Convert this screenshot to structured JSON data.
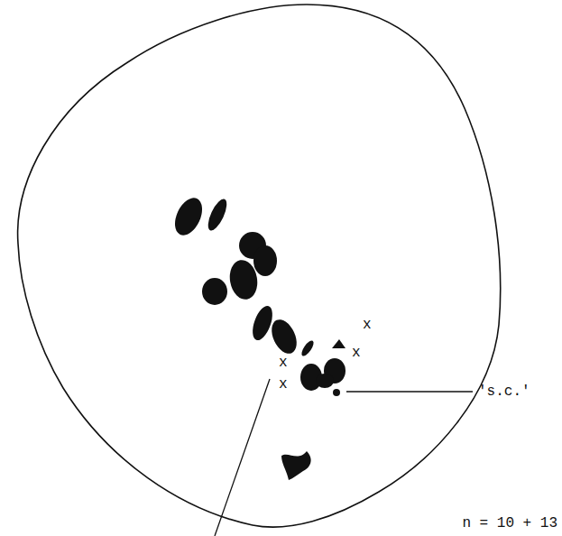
{
  "diagram": {
    "labels": [
      "x",
      "x",
      "x",
      "x",
      "'s.c.'",
      "n = 10 + 13"
    ]
  }
}
